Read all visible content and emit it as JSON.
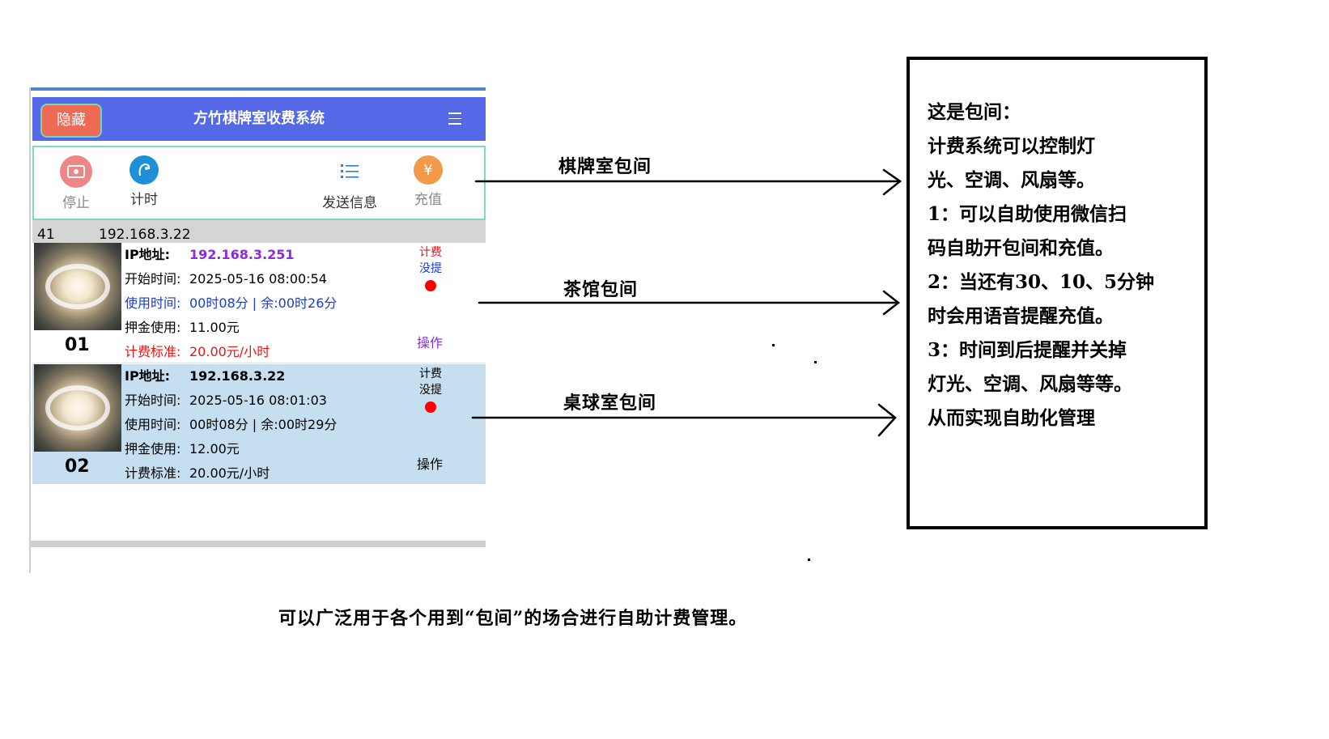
{
  "app": {
    "hide_label": "隐藏",
    "title": "方竹棋牌室收费系统",
    "toolbar": {
      "stop": "停止",
      "timer": "计时",
      "send": "发送信息",
      "charge": "充值"
    },
    "ipbar": {
      "id": "41",
      "ip": "192.168.3.22"
    },
    "rooms": [
      {
        "number": "01",
        "ip_label": "IP地址:",
        "ip": "192.168.3.251",
        "start_label": "开始时间:",
        "start": "2025-05-16 08:00:54",
        "used_label": "使用时间:",
        "used": "00时08分 | 余:00时26分",
        "deposit_label": "押金使用:",
        "deposit": "11.00元",
        "rate_label": "计费标准:",
        "rate": "20.00元/小时",
        "side_1": "计费",
        "side_2": "没提",
        "op": "操作"
      },
      {
        "number": "02",
        "ip_label": "IP地址:",
        "ip": "192.168.3.22",
        "start_label": "开始时间:",
        "start": "2025-05-16 08:01:03",
        "used_label": "使用时间:",
        "used": "00时08分 | 余:00时29分",
        "deposit_label": "押金使用:",
        "deposit": "12.00元",
        "rate_label": "计费标准:",
        "rate": "20.00元/小时",
        "side_1": "计费",
        "side_2": "没提",
        "op": "操作"
      }
    ]
  },
  "arrows": [
    "棋牌室包间",
    "茶馆包间",
    "桌球室包间"
  ],
  "note": {
    "lines": [
      "这是包间：",
      "计费系统可以控制灯",
      "光、空调、风扇等。",
      "1：可以自助使用微信扫",
      "码自助开包间和充值。",
      "2：当还有30、10、5分钟",
      "时会用语音提醒充值。",
      "3：时间到后提醒并关掉",
      "灯光、空调、风扇等等。",
      "从而实现自助化管理"
    ]
  },
  "caption": "可以广泛用于各个用到“包间”的场合进行自助计费管理。"
}
